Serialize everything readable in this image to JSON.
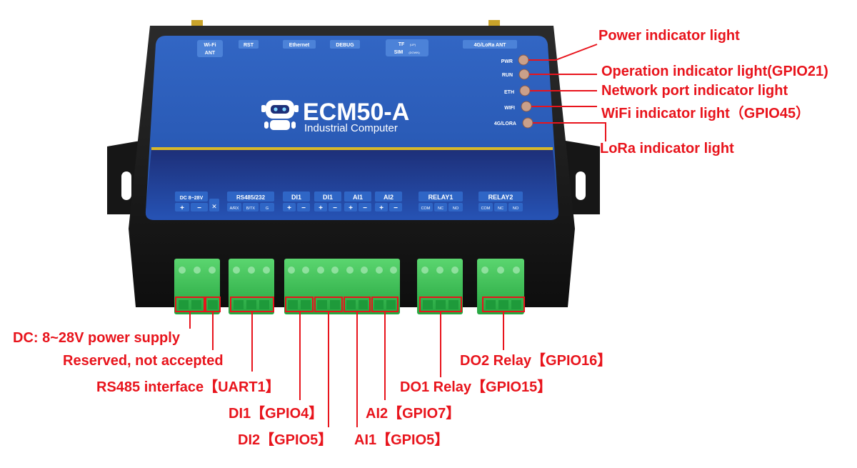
{
  "device": {
    "model": "ECM50-A",
    "subtitle": "Industrial Computer",
    "top_labels": {
      "wifi_ant_line1": "Wi-Fi",
      "wifi_ant_line2": "ANT",
      "rst": "RST",
      "ethernet": "Ethernet",
      "debug": "DEBUG",
      "tf": "TF",
      "tf_note": "(UP)",
      "sim": "SIM",
      "sim_note": "(DOWN)",
      "ant_4g_lora": "4G/LoRa ANT"
    },
    "leds": [
      "PWR",
      "RUN",
      "ETH",
      "WIFI",
      "4G/LORA"
    ],
    "terminals": {
      "dc": "DC 8~28V",
      "rs485": "RS485/232",
      "di1": "DI1",
      "di2": "DI1",
      "ai1": "AI1",
      "ai2": "AI2",
      "relay1": "RELAY1",
      "relay2": "RELAY2",
      "plus": "+",
      "minus": "−",
      "reserved_mark": "✕",
      "ar_x": "A/RX",
      "b_tx": "B/TX",
      "g": "G",
      "com": "COM",
      "nc": "NC",
      "no": "NO"
    }
  },
  "annotations": {
    "power_led": "Power indicator light",
    "run_led": "Operation indicator light(GPIO21)",
    "eth_led": "Network port indicator light",
    "wifi_led": "WiFi indicator light（GPIO45）",
    "lora_led": "LoRa indicator light",
    "dc_supply": "DC: 8~28V power supply",
    "reserved": "Reserved, not accepted",
    "rs485": "RS485 interface【UART1】",
    "di1": "DI1【GPIO4】",
    "di2": "DI2【GPIO5】",
    "ai1": "AI1【GPIO5】",
    "ai2": "AI2【GPIO7】",
    "do1": "DO1 Relay【GPIO15】",
    "do2": "DO2 Relay【GPIO16】"
  },
  "colors": {
    "annotation": "#e8141c",
    "panel_top": "#2c5fb8",
    "panel_bottom": "#1f4aa3",
    "terminal_green": "#3ec45a",
    "led": "#caa08a"
  }
}
